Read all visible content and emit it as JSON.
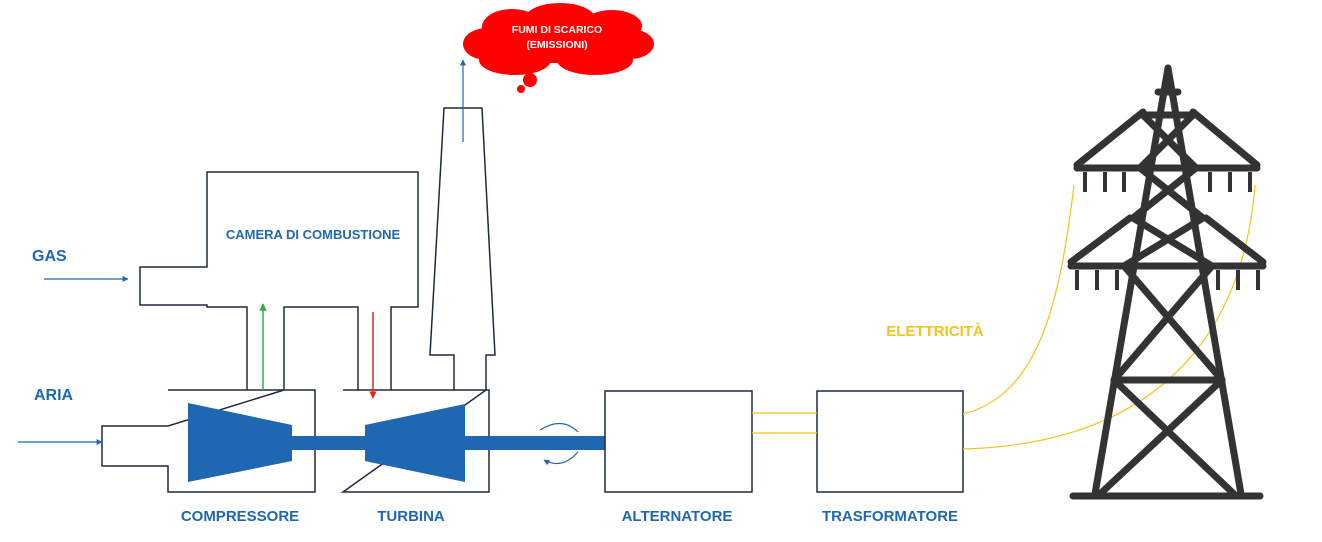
{
  "labels": {
    "gas": "GAS",
    "aria": "ARIA",
    "camera": "CAMERA DI COMBUSTIONE",
    "fumi_line1": "FUMI DI SCARICO",
    "fumi_line2": "(EMISSIONI)",
    "elettricita": "ELETTRICITÀ",
    "compressore": "COMPRESSORE",
    "turbina": "TURBINA",
    "alternatore": "ALTERNATORE",
    "trasformatore": "TRASFORMATORE"
  },
  "colors": {
    "blue": "#1f67b1",
    "outline": "#1e2a40",
    "yellow": "#f4c21b",
    "red": "#e8261f",
    "green": "#3aa84a",
    "cloud": "#ff0000",
    "tower": "#333333"
  },
  "icons": {
    "tower": "transmission-tower-icon",
    "cloud": "emission-cloud-icon",
    "rotation": "rotation-arrow-icon"
  }
}
